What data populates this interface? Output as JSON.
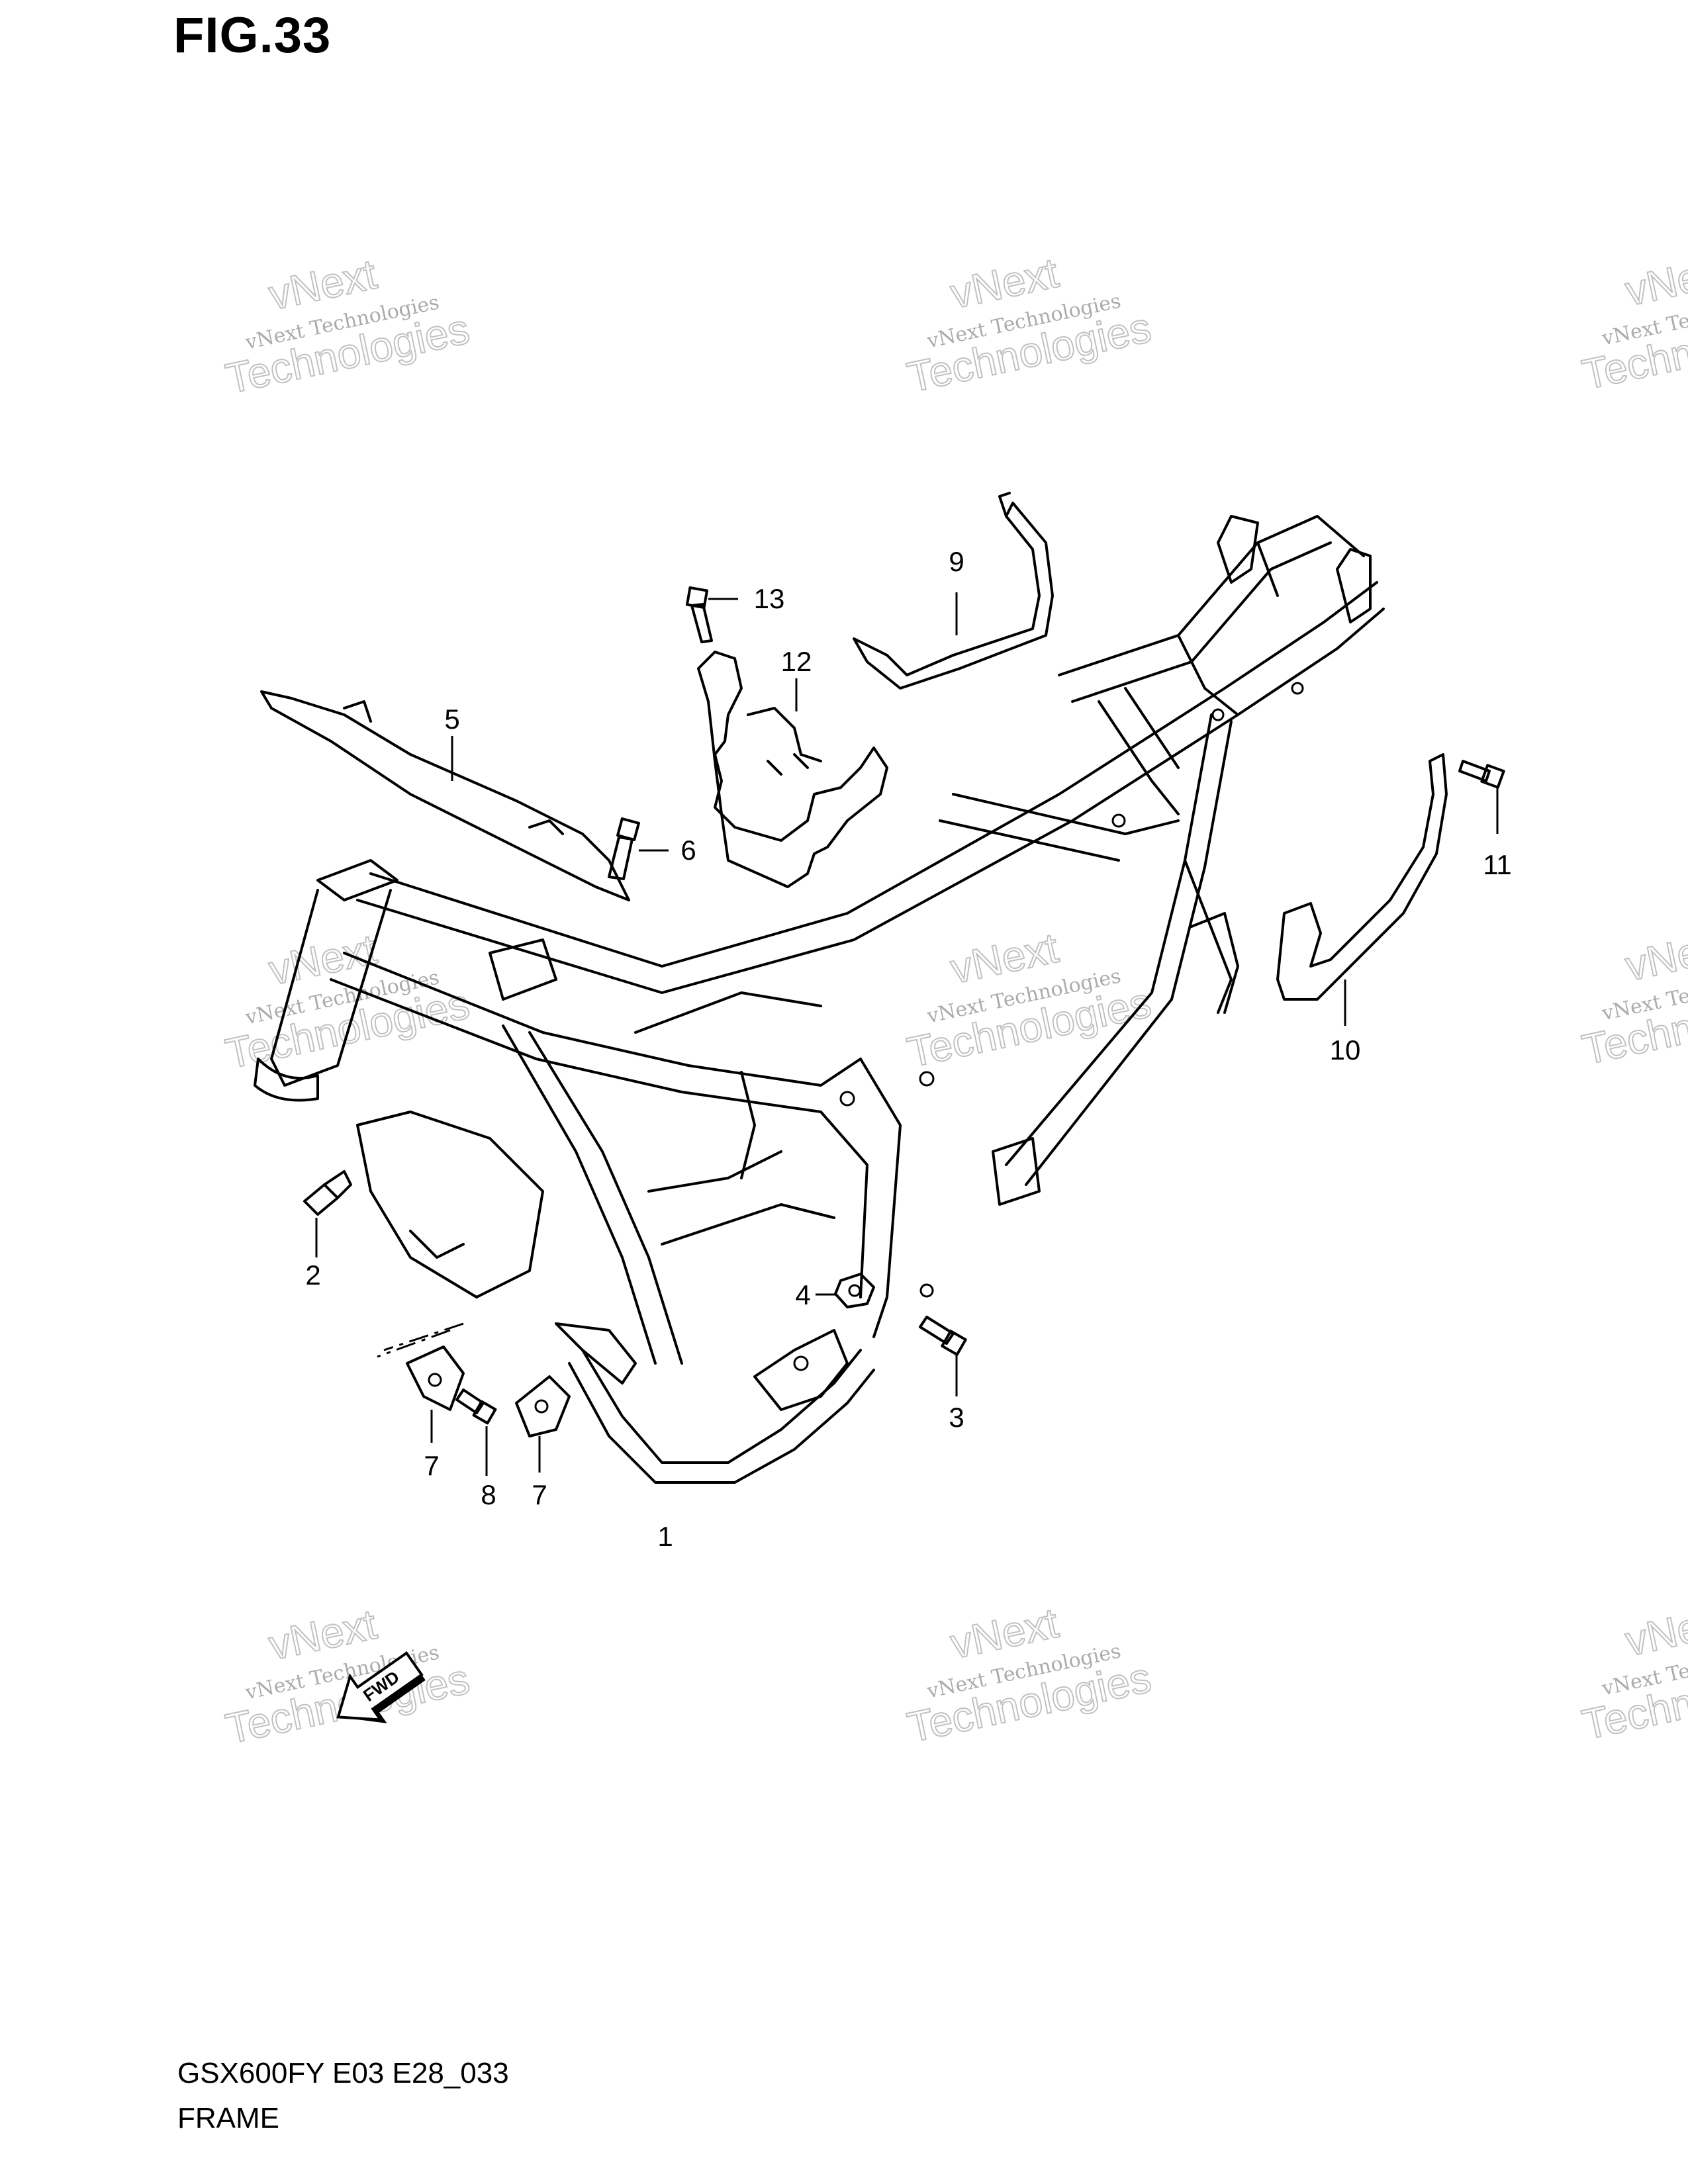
{
  "figure": {
    "title": "FIG.33"
  },
  "footer": {
    "model_code": "GSX600FY E03 E28_033",
    "section_name": "FRAME"
  },
  "watermark": {
    "line1": "vNext Technologies",
    "line2": "Technologies",
    "line3": "vNext"
  },
  "fwd_arrow": {
    "label": "FWD"
  },
  "callouts": [
    {
      "id": "1",
      "label": "1"
    },
    {
      "id": "2",
      "label": "2"
    },
    {
      "id": "3",
      "label": "3"
    },
    {
      "id": "4",
      "label": "4"
    },
    {
      "id": "5",
      "label": "5"
    },
    {
      "id": "6",
      "label": "6"
    },
    {
      "id": "7a",
      "label": "7"
    },
    {
      "id": "7b",
      "label": "7"
    },
    {
      "id": "8",
      "label": "8"
    },
    {
      "id": "9",
      "label": "9"
    },
    {
      "id": "10",
      "label": "10"
    },
    {
      "id": "11",
      "label": "11"
    },
    {
      "id": "12",
      "label": "12"
    },
    {
      "id": "13",
      "label": "13"
    }
  ]
}
